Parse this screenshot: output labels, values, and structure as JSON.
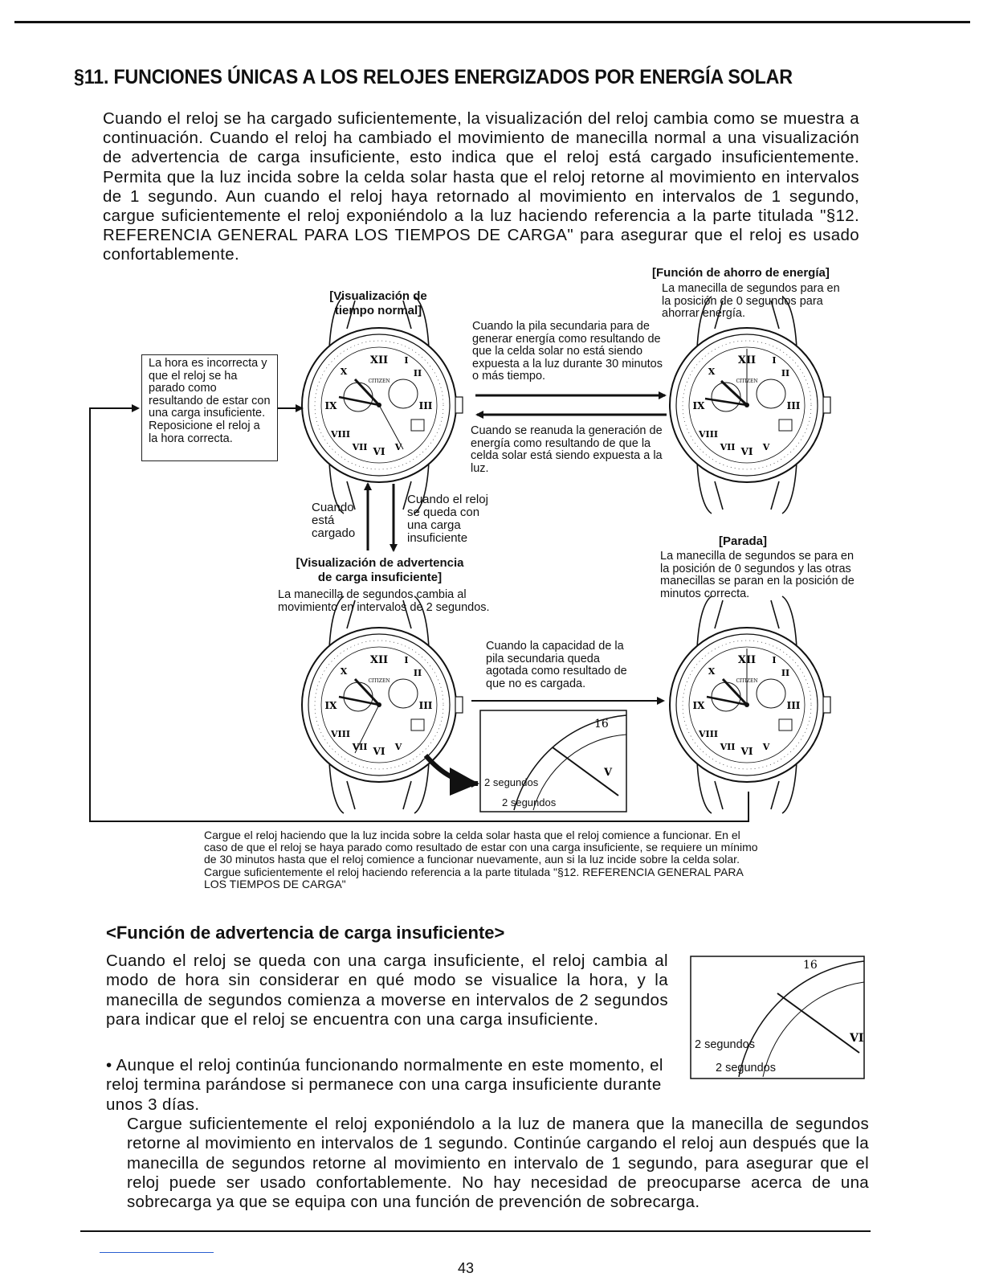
{
  "header": {
    "title": "§11. FUNCIONES ÚNICAS A LOS RELOJES ENERGIZADOS POR ENERGÍA SOLAR"
  },
  "intro": "Cuando el reloj se ha cargado suficientemente, la visualización del reloj cambia como se muestra a continuación. Cuando el reloj ha cambiado el movimiento de manecilla normal a una visualización de advertencia de carga insuficiente, esto indica que el reloj está cargado insuficientemente. Permita que la luz incida sobre la celda solar hasta que el reloj retorne al movimiento en intervalos de 1 segundo. Aun cuando el reloj haya retornado al movimiento en intervalos de 1 segundo, cargue suficientemente el reloj exponiéndolo a la luz haciendo referencia a la parte titulada \"§12. REFERENCIA GENERAL PARA LOS TIEMPOS DE CARGA\" para asegurar que el reloj es usado confortablemente.",
  "diagram": {
    "normal_title_1": "[Visualización de",
    "normal_title_2": "tiempo normal]",
    "energy_title": "[Función de ahorro de energía]",
    "energy_desc": "La manecilla de segundos para en la posición de 0 segundos para ahorrar energía.",
    "to_energy": "Cuando la pila secundaria para de generar energía como resultando de que la celda solar no está siendo expuesta a la luz durante 30 minutos o más tiempo.",
    "from_energy": "Cuando se reanuda la generación de energía como resultando de que la celda solar está siendo expuesta a la luz.",
    "reset_box": "La hora es incorrecta y que el reloj se ha parado como resultando de estar con una carga insuficiente. Reposicione el reloj a la hora correcta.",
    "charged": "Cuando está cargado",
    "insufficient": "Cuando el reloj se queda con una carga insuficiente",
    "warning_title_1": "[Visualización de advertencia",
    "warning_title_2": "de carga insuficiente]",
    "warning_desc": "La manecilla de segundos cambia al movimiento en intervalos de 2 segundos.",
    "stop_title": "[Parada]",
    "stop_desc": "La manecilla de segundos se para en la posición de 0 segundos y las otras manecillas se paran en la posición de minutos correcta.",
    "to_stop": "Cuando la capacidad de la pila secundaria queda agotada como resultado de que no es cargada.",
    "two_seconds": "2 segundos",
    "caption": "Cargue el reloj haciendo que la luz incida sobre la celda solar hasta que el reloj comience a funcionar. En el caso de que el reloj se haya parado como resultado de estar con una carga insuficiente, se requiere un mínimo de 30 minutos hasta que el reloj comience a funcionar nuevamente, aun si la luz incide sobre la celda solar. Cargue suficientemente el reloj haciendo referencia a la parte titulada \"§12. REFERENCIA GENERAL PARA LOS TIEMPOS DE CARGA\""
  },
  "warning_section": {
    "heading": "<Función de advertencia de carga insuficiente>",
    "para": "Cuando el reloj se queda con una carga insuficiente, el reloj cambia al modo de hora sin considerar en qué modo se visualice la hora, y la manecilla de segundos comienza a moverse en intervalos de 2 segundos para indicar que el reloj se encuentra con una carga insuficiente.",
    "bullet": "• Aunque el reloj continúa funcionando normalmente en este momento, el reloj termina parándose si permanece con una carga insuficiente durante unos 3 días.",
    "bullet_cont": "Cargue suficientemente el reloj exponiéndolo a la luz de manera que la manecilla de segundos retorne al movimiento en intervalos de 1 segundo. Continúe cargando el reloj aun después que la manecilla de segundos retorne al movimiento en intervalo de 1 segundo, para asegurar que el reloj puede ser usado confortablemente. No hay necesidad de preocuparse acerca de una sobrecarga ya que se equipa con una función de prevención de sobrecarga."
  },
  "footer": {
    "page_number": "43"
  }
}
